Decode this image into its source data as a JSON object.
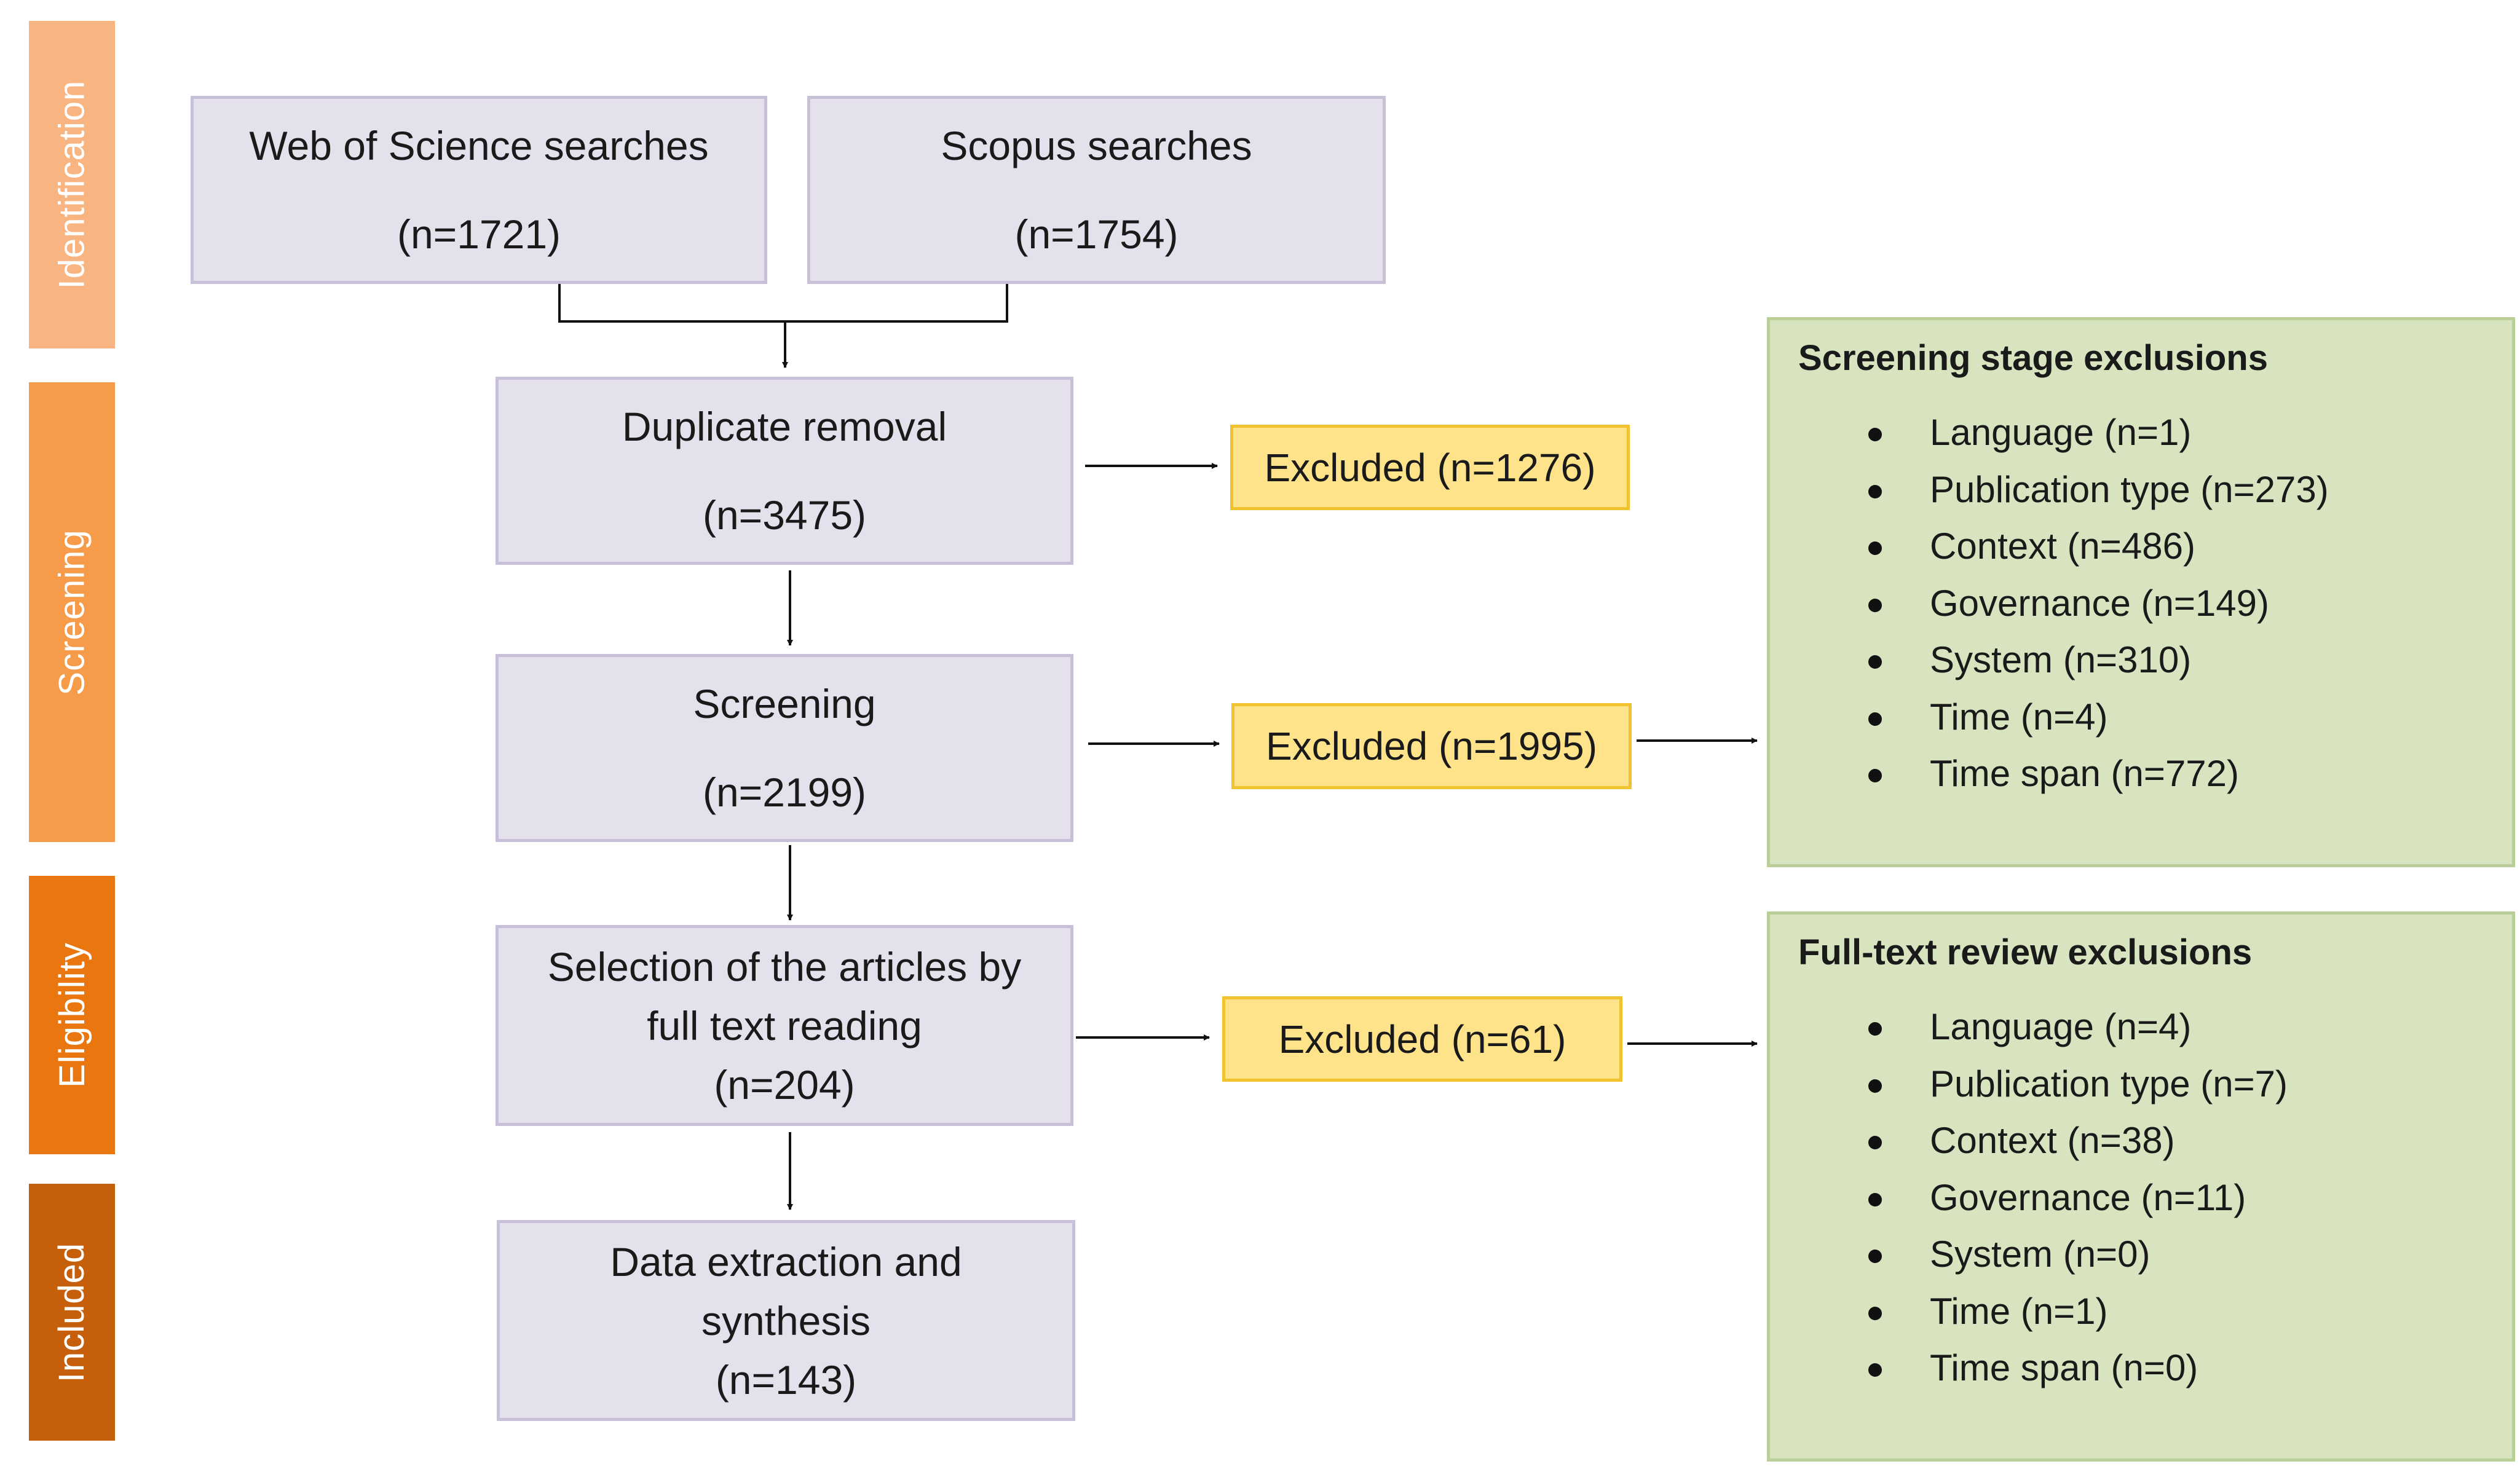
{
  "stages": {
    "identification": "Identification",
    "screening": "Screening",
    "eligibility": "Eligibility",
    "included": "Included"
  },
  "stage_colors": {
    "identification": "#f9b581",
    "screening": "#f59b4a",
    "eligibility": "#e9760f",
    "included": "#c65f0c"
  },
  "boxes": {
    "wos": {
      "title": "Web of Science searches",
      "count": "(n=1721)"
    },
    "scopus": {
      "title": "Scopus searches",
      "count": "(n=1754)"
    },
    "duplicate": {
      "title": "Duplicate removal",
      "count": "(n=3475)"
    },
    "screening": {
      "title": "Screening",
      "count": "(n=2199)"
    },
    "selection": {
      "line1": "Selection of the articles by",
      "line2": "full text reading",
      "count": "(n=204)"
    },
    "extraction": {
      "line1": "Data extraction and",
      "line2": "synthesis",
      "count": "(n=143)"
    }
  },
  "excluded": {
    "duplicate": "Excluded (n=1276)",
    "screening": "Excluded (n=1995)",
    "selection": "Excluded (n=61)"
  },
  "screening_exclusions": {
    "title": "Screening stage exclusions",
    "items": [
      "Language (n=1)",
      "Publication type (n=273)",
      "Context (n=486)",
      "Governance (n=149)",
      "System (n=310)",
      "Time (n=4)",
      "Time span (n=772)"
    ]
  },
  "fulltext_exclusions": {
    "title": "Full-text review exclusions",
    "items": [
      "Language (n=4)",
      "Publication type (n=7)",
      "Context (n=38)",
      "Governance (n=11)",
      "System (n=0)",
      "Time (n=1)",
      "Time span (n=0)"
    ]
  }
}
